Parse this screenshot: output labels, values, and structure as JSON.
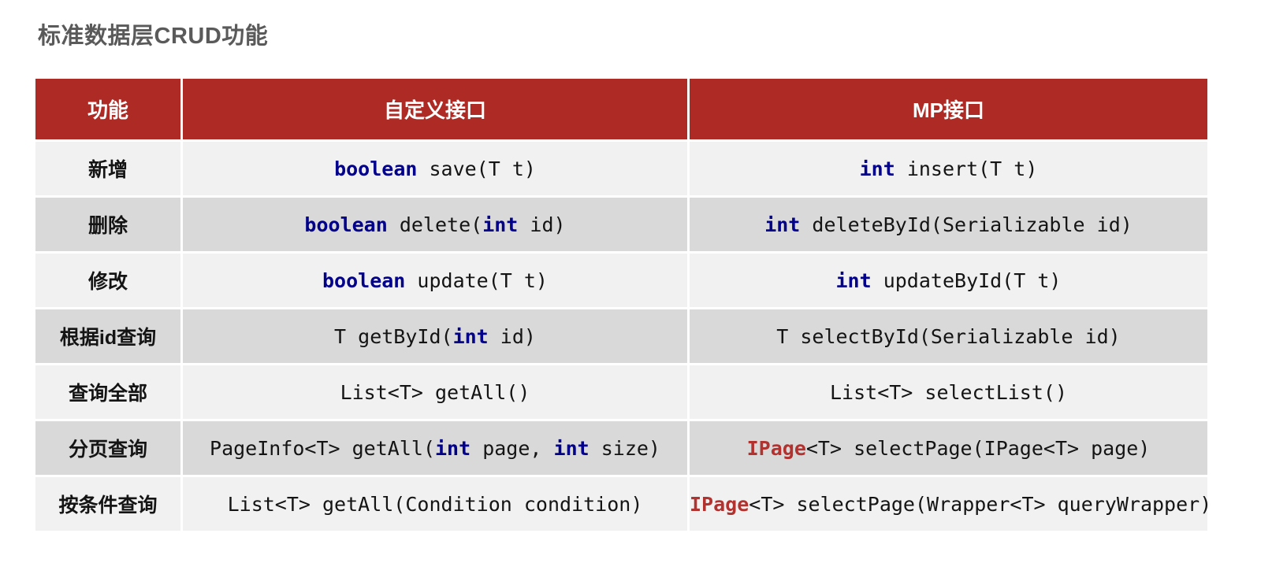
{
  "page": {
    "title": "标准数据层CRUD功能"
  },
  "colors": {
    "title_text": "#5a5a5a",
    "header_bg": "#ae2b25",
    "header_text": "#ffffff",
    "row_light": "#f2f1f1",
    "row_dark": "#d9d9d9",
    "text": "#141414",
    "keyword_blue": "#00008b",
    "type_red": "#b23230"
  },
  "table": {
    "columns": [
      {
        "label": "功能"
      },
      {
        "label": "自定义接口"
      },
      {
        "label": "MP接口"
      }
    ],
    "rows": [
      {
        "feature": "新增",
        "custom": [
          {
            "t": "boolean",
            "s": "kw"
          },
          {
            "t": " save(T t)",
            "s": "p"
          }
        ],
        "mp": [
          {
            "t": "int",
            "s": "kw"
          },
          {
            "t": " insert(T t)",
            "s": "p"
          }
        ]
      },
      {
        "feature": "删除",
        "custom": [
          {
            "t": "boolean",
            "s": "kw"
          },
          {
            "t": " delete(",
            "s": "p"
          },
          {
            "t": "int",
            "s": "kw"
          },
          {
            "t": " id)",
            "s": "p"
          }
        ],
        "mp": [
          {
            "t": "int",
            "s": "kw"
          },
          {
            "t": " deleteById(Serializable id)",
            "s": "p"
          }
        ]
      },
      {
        "feature": "修改",
        "custom": [
          {
            "t": "boolean",
            "s": "kw"
          },
          {
            "t": " update(T t)",
            "s": "p"
          }
        ],
        "mp": [
          {
            "t": "int",
            "s": "kw"
          },
          {
            "t": " updateById(T t)",
            "s": "p"
          }
        ]
      },
      {
        "feature": "根据id查询",
        "custom": [
          {
            "t": "T getById(",
            "s": "p"
          },
          {
            "t": "int",
            "s": "kw"
          },
          {
            "t": " id)",
            "s": "p"
          }
        ],
        "mp": [
          {
            "t": "T selectById(Serializable id)",
            "s": "p"
          }
        ]
      },
      {
        "feature": "查询全部",
        "custom": [
          {
            "t": "List<T> getAll()",
            "s": "p"
          }
        ],
        "mp": [
          {
            "t": "List<T> selectList()",
            "s": "p"
          }
        ]
      },
      {
        "feature": "分页查询",
        "custom": [
          {
            "t": "PageInfo<T> getAll(",
            "s": "p"
          },
          {
            "t": "int",
            "s": "kw"
          },
          {
            "t": " page, ",
            "s": "p"
          },
          {
            "t": "int",
            "s": "kw"
          },
          {
            "t": " size)",
            "s": "p"
          }
        ],
        "mp": [
          {
            "t": "IPage",
            "s": "rt"
          },
          {
            "t": "<T> selectPage(IPage<T> page)",
            "s": "p"
          }
        ]
      },
      {
        "feature": "按条件查询",
        "custom": [
          {
            "t": "List<T> getAll(Condition condition)",
            "s": "p"
          }
        ],
        "mp": [
          {
            "t": "IPage",
            "s": "rt"
          },
          {
            "t": "<T> selectPage(Wrapper<T> queryWrapper)",
            "s": "p"
          }
        ]
      }
    ]
  }
}
